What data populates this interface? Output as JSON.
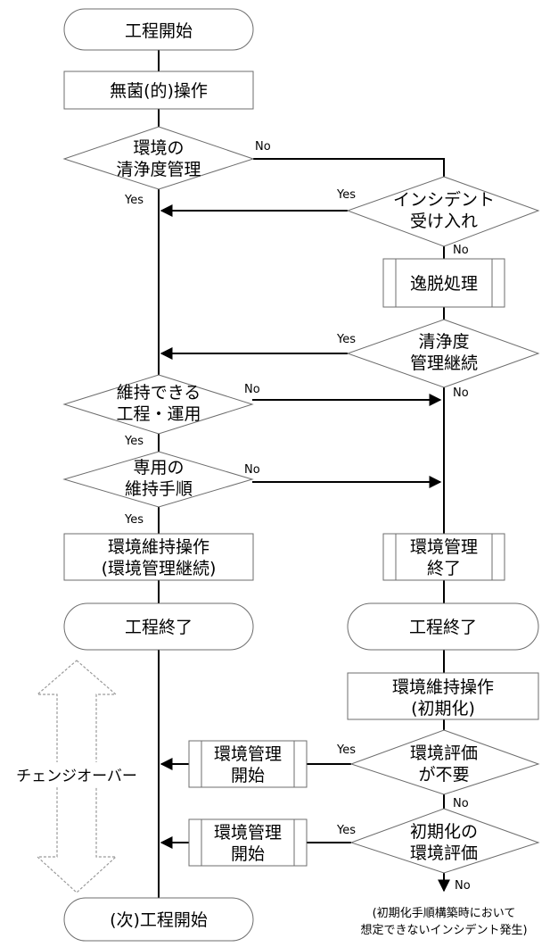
{
  "nodes": {
    "start": [
      "工程開始"
    ],
    "aseptic": [
      "無菌(的)操作"
    ],
    "env_clean": [
      "環境の",
      "清浄度管理"
    ],
    "incident": [
      "インシデント",
      "受け入れ"
    ],
    "deviation": [
      "逸脱処理"
    ],
    "clean_continue": [
      "清浄度",
      "管理継続"
    ],
    "maintainable": [
      "維持できる",
      "工程・運用"
    ],
    "dedicated": [
      "専用の",
      "維持手順"
    ],
    "env_maint_left": [
      "環境維持操作",
      "(環境管理継続)"
    ],
    "env_end_right": [
      "環境管理",
      "終了"
    ],
    "end_left": [
      "工程終了"
    ],
    "end_right": [
      "工程終了"
    ],
    "env_maint_init": [
      "環境維持操作",
      "(初期化)"
    ],
    "eval_unneeded": [
      "環境評価",
      "が不要"
    ],
    "env_start_1": [
      "環境管理",
      "開始"
    ],
    "init_eval": [
      "初期化の",
      "環境評価"
    ],
    "env_start_2": [
      "環境管理",
      "開始"
    ],
    "next_start": [
      "(次)工程開始"
    ]
  },
  "edge_labels": {
    "no": "No",
    "yes": "Yes"
  },
  "changeover": "チェンジオーバー",
  "note": [
    "(初期化手順構築時において",
    "想定できないインシデント発生)"
  ]
}
